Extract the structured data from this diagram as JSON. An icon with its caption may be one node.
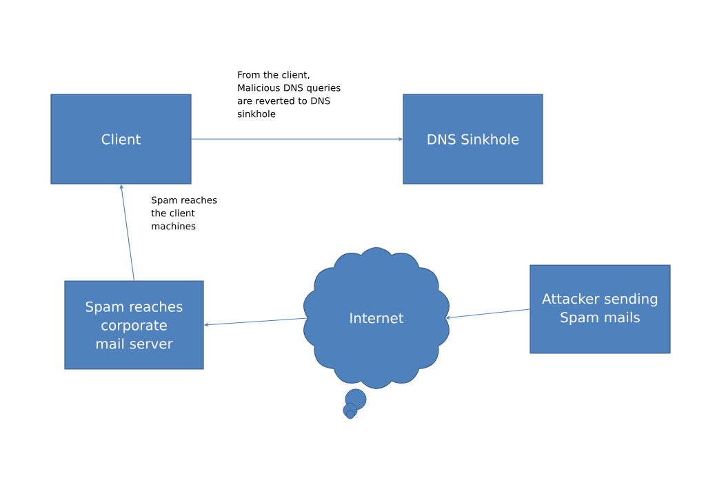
{
  "diagram": {
    "nodes": [
      {
        "text": [
          "Client"
        ]
      },
      {
        "text": [
          "DNS Sinkhole"
        ]
      },
      {
        "text": [
          "Spam reaches corporate mail server"
        ]
      },
      {
        "text": [
          "Internet"
        ]
      },
      {
        "text": [
          "Attacker sending Spam mails"
        ]
      }
    ],
    "edges": [
      {
        "from": 0,
        "to": 1,
        "arrow": "to",
        "label": "From the client, Malicious DNS queries are reverted to DNS sinkhole"
      },
      {
        "from": 2,
        "to": 0,
        "arrow": "to",
        "label": "Spam reaches the client machines"
      },
      {
        "from": 3,
        "to": 2,
        "arrow": "to"
      },
      {
        "from": 4,
        "to": 3,
        "arrow": "to"
      }
    ]
  }
}
